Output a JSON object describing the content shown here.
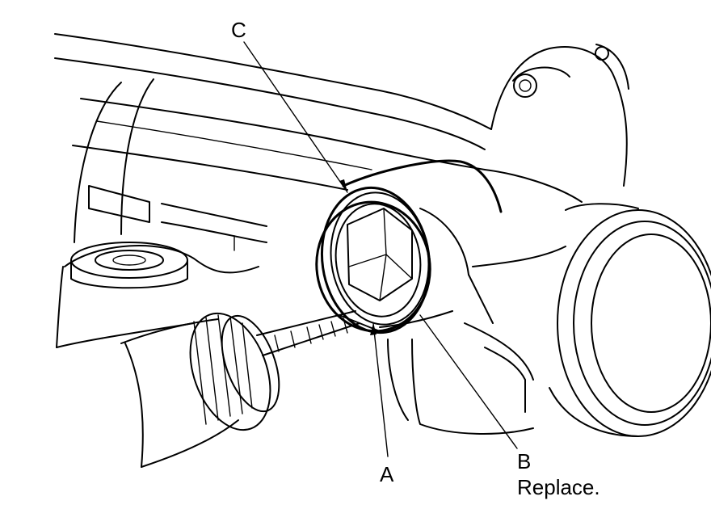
{
  "labels": {
    "a": "A",
    "b": "B",
    "b_note": "Replace.",
    "c": "C"
  },
  "colors": {
    "line": "#000000",
    "background": "#ffffff"
  }
}
